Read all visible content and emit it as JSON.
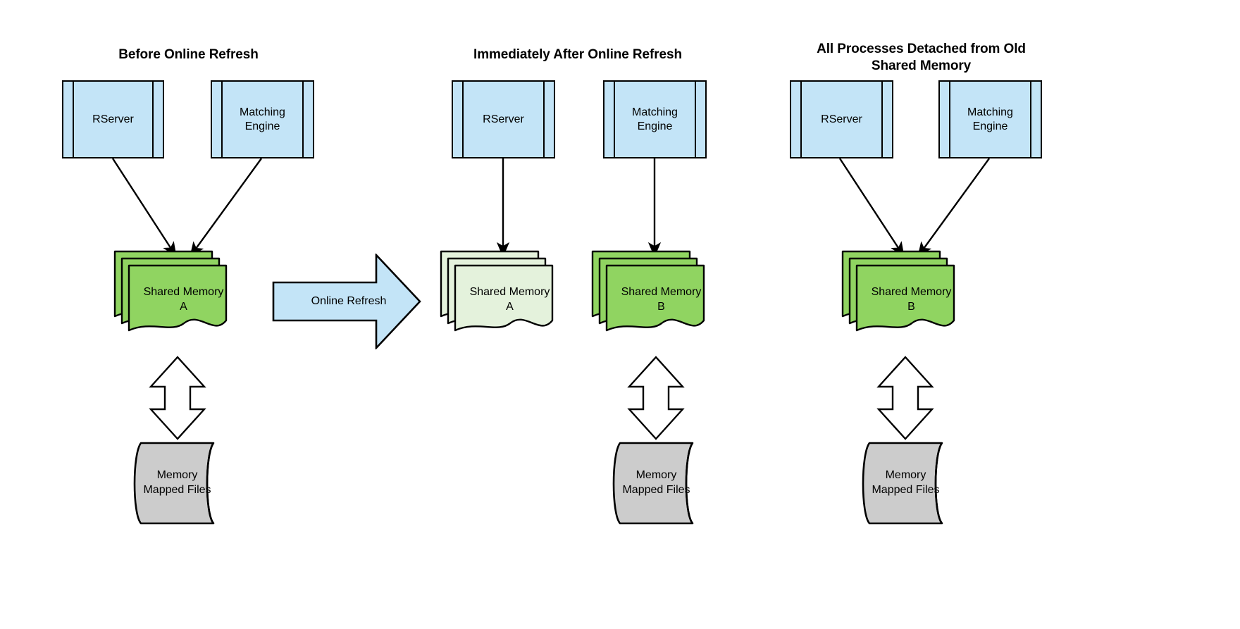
{
  "diagram": {
    "title_type": "shared-memory-online-refresh",
    "colors": {
      "process_fill": "#c3e4f7",
      "shared_memory_active": "#90d461",
      "shared_memory_detached": "#e4f2dc",
      "disk_fill": "#cccccc",
      "arrow_fill": "#c3e4f7",
      "stroke": "#000000",
      "background": "#ffffff"
    },
    "panels": [
      {
        "id": "before",
        "title": "Before Online Refresh",
        "processes": [
          {
            "name": "rserver",
            "label": "RServer"
          },
          {
            "name": "matching-engine",
            "label": "Matching\nEngine"
          }
        ],
        "shared_memory": {
          "name": "shared-memory-a",
          "label": "Shared Memory\nA",
          "state": "active"
        },
        "storage": {
          "name": "memory-mapped-files",
          "label": "Memory\nMapped Files"
        }
      },
      {
        "id": "immediately-after",
        "title": "Immediately After Online Refresh",
        "processes": [
          {
            "name": "rserver",
            "label": "RServer"
          },
          {
            "name": "matching-engine",
            "label": "Matching\nEngine"
          }
        ],
        "shared_memory_old": {
          "name": "shared-memory-a",
          "label": "Shared Memory\nA",
          "state": "detached"
        },
        "shared_memory_new": {
          "name": "shared-memory-b",
          "label": "Shared Memory\nB",
          "state": "active"
        },
        "storage": {
          "name": "memory-mapped-files",
          "label": "Memory\nMapped Files"
        }
      },
      {
        "id": "all-detached",
        "title": "All Processes Detached from Old\nShared Memory",
        "processes": [
          {
            "name": "rserver",
            "label": "RServer"
          },
          {
            "name": "matching-engine",
            "label": "Matching\nEngine"
          }
        ],
        "shared_memory": {
          "name": "shared-memory-b",
          "label": "Shared Memory\nB",
          "state": "active"
        },
        "storage": {
          "name": "memory-mapped-files",
          "label": "Memory\nMapped Files"
        }
      }
    ],
    "transition_arrow": {
      "name": "online-refresh-arrow",
      "label": "Online Refresh"
    }
  }
}
